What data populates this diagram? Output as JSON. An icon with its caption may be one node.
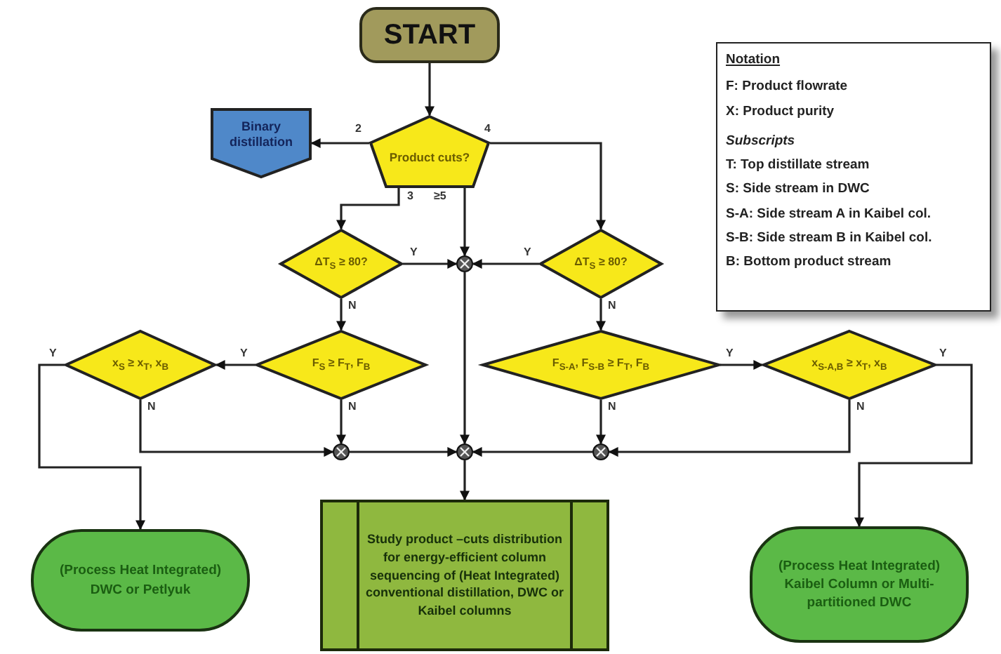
{
  "diagram": {
    "nodes": [
      {
        "text": [
          "START"
        ]
      },
      {
        "text": [
          "Product cuts?"
        ]
      },
      {
        "text": [
          "Binary distillation"
        ]
      },
      {
        "text": [
          "ΔT$_{S}$ ≥ 80?"
        ]
      },
      {
        "text": [],
        "shape": "circle"
      },
      {
        "text": [
          "ΔT$_{S}$ ≥ 80?"
        ]
      },
      {
        "text": [
          "x$_{S}$ ≥ x$_{T}$, x$_{B}$"
        ]
      },
      {
        "text": [
          "F$_{S}$ ≥ F$_{T}$, F$_{B}$"
        ]
      },
      {
        "text": [
          "F$_{S-A}$, F$_{S-B}$ ≥ F$_{T}$, F$_{B}$"
        ]
      },
      {
        "text": [
          "x$_{S-A,B}$ ≥ x$_{T}$, x$_{B}$"
        ]
      },
      {
        "text": [],
        "shape": "circle"
      },
      {
        "text": [],
        "shape": "circle"
      },
      {
        "text": [],
        "shape": "circle"
      },
      {
        "text": [
          "Study product –cuts distribution for energy-efficient column sequencing of (Heat Integrated) conventional distillation, DWC or Kaibel columns"
        ]
      },
      {
        "text": [
          "(Process Heat Integrated) DWC or Petlyuk"
        ]
      },
      {
        "text": [
          "(Process Heat Integrated) Kaibel Column or Multi-partitioned DWC"
        ]
      },
      {
        "text": [
          "Notation",
          "F: Product flowrate",
          "X: Product purity",
          "Subscripts",
          "T: Top distillate stream",
          "S: Side stream in DWC",
          "S-A: Side stream A in Kaibel col.",
          "S-B: Side stream B in Kaibel col.",
          "B: Bottom product stream"
        ]
      }
    ],
    "edges": [
      {
        "from": 0,
        "to": 1,
        "arrow": "to"
      },
      {
        "from": 1,
        "to": 2,
        "arrow": "to",
        "label": "2"
      },
      {
        "from": 1,
        "to": 5,
        "arrow": "to",
        "label": "4"
      },
      {
        "from": 1,
        "to": 3,
        "arrow": "to",
        "label": "3"
      },
      {
        "from": 1,
        "to": 4,
        "arrow": "to",
        "label": "≥5"
      },
      {
        "from": 3,
        "to": 4,
        "arrow": "to",
        "label": "Y"
      },
      {
        "from": 5,
        "to": 4,
        "arrow": "to",
        "label": "Y"
      },
      {
        "from": 3,
        "to": 7,
        "arrow": "to",
        "label": "N"
      },
      {
        "from": 5,
        "to": 8,
        "arrow": "to",
        "label": "N"
      },
      {
        "from": 7,
        "to": 6,
        "arrow": "to",
        "label": "Y"
      },
      {
        "from": 7,
        "to": 10,
        "arrow": "to",
        "label": "N"
      },
      {
        "from": 6,
        "to": 14,
        "arrow": "to",
        "label": "Y"
      },
      {
        "from": 6,
        "to": 10,
        "arrow": "to",
        "label": "N"
      },
      {
        "from": 4,
        "to": 11,
        "arrow": "to"
      },
      {
        "from": 10,
        "to": 11,
        "arrow": "to"
      },
      {
        "from": 12,
        "to": 11,
        "arrow": "to"
      },
      {
        "from": 8,
        "to": 12,
        "arrow": "to",
        "label": "N"
      },
      {
        "from": 8,
        "to": 9,
        "arrow": "to",
        "label": "Y"
      },
      {
        "from": 9,
        "to": 12,
        "arrow": "to",
        "label": "N"
      },
      {
        "from": 9,
        "to": 15,
        "arrow": "to",
        "label": "Y"
      },
      {
        "from": 11,
        "to": 13,
        "arrow": "to"
      }
    ]
  }
}
